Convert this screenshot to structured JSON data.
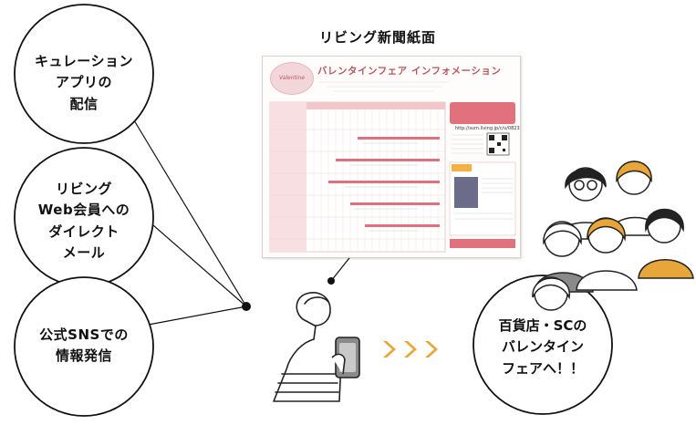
{
  "circles": {
    "curation": {
      "lines": [
        "キュレーション",
        "アプリの",
        "配信"
      ]
    },
    "direct_mail": {
      "lines": [
        "リビング",
        "Web会員への",
        "ダイレクト",
        "メール"
      ]
    },
    "sns": {
      "lines": [
        "公式SNSでの",
        "情報発信"
      ]
    },
    "destination": {
      "lines": [
        "百貨店・SCの",
        "バレンタイン",
        "フェアへ！！"
      ]
    }
  },
  "newspaper": {
    "caption": "リビング新聞紙面",
    "header": "バレンタインフェア インフォメーション",
    "logo_text": "Valentine",
    "url": "http://sum.living.jp/c/v/0823"
  },
  "colors": {
    "accent": "#e8a63a",
    "pink": "#e1727d",
    "line": "#111111"
  },
  "icons": [
    "arrow-chevron-icon",
    "smartphone-icon",
    "people-group-icon"
  ]
}
